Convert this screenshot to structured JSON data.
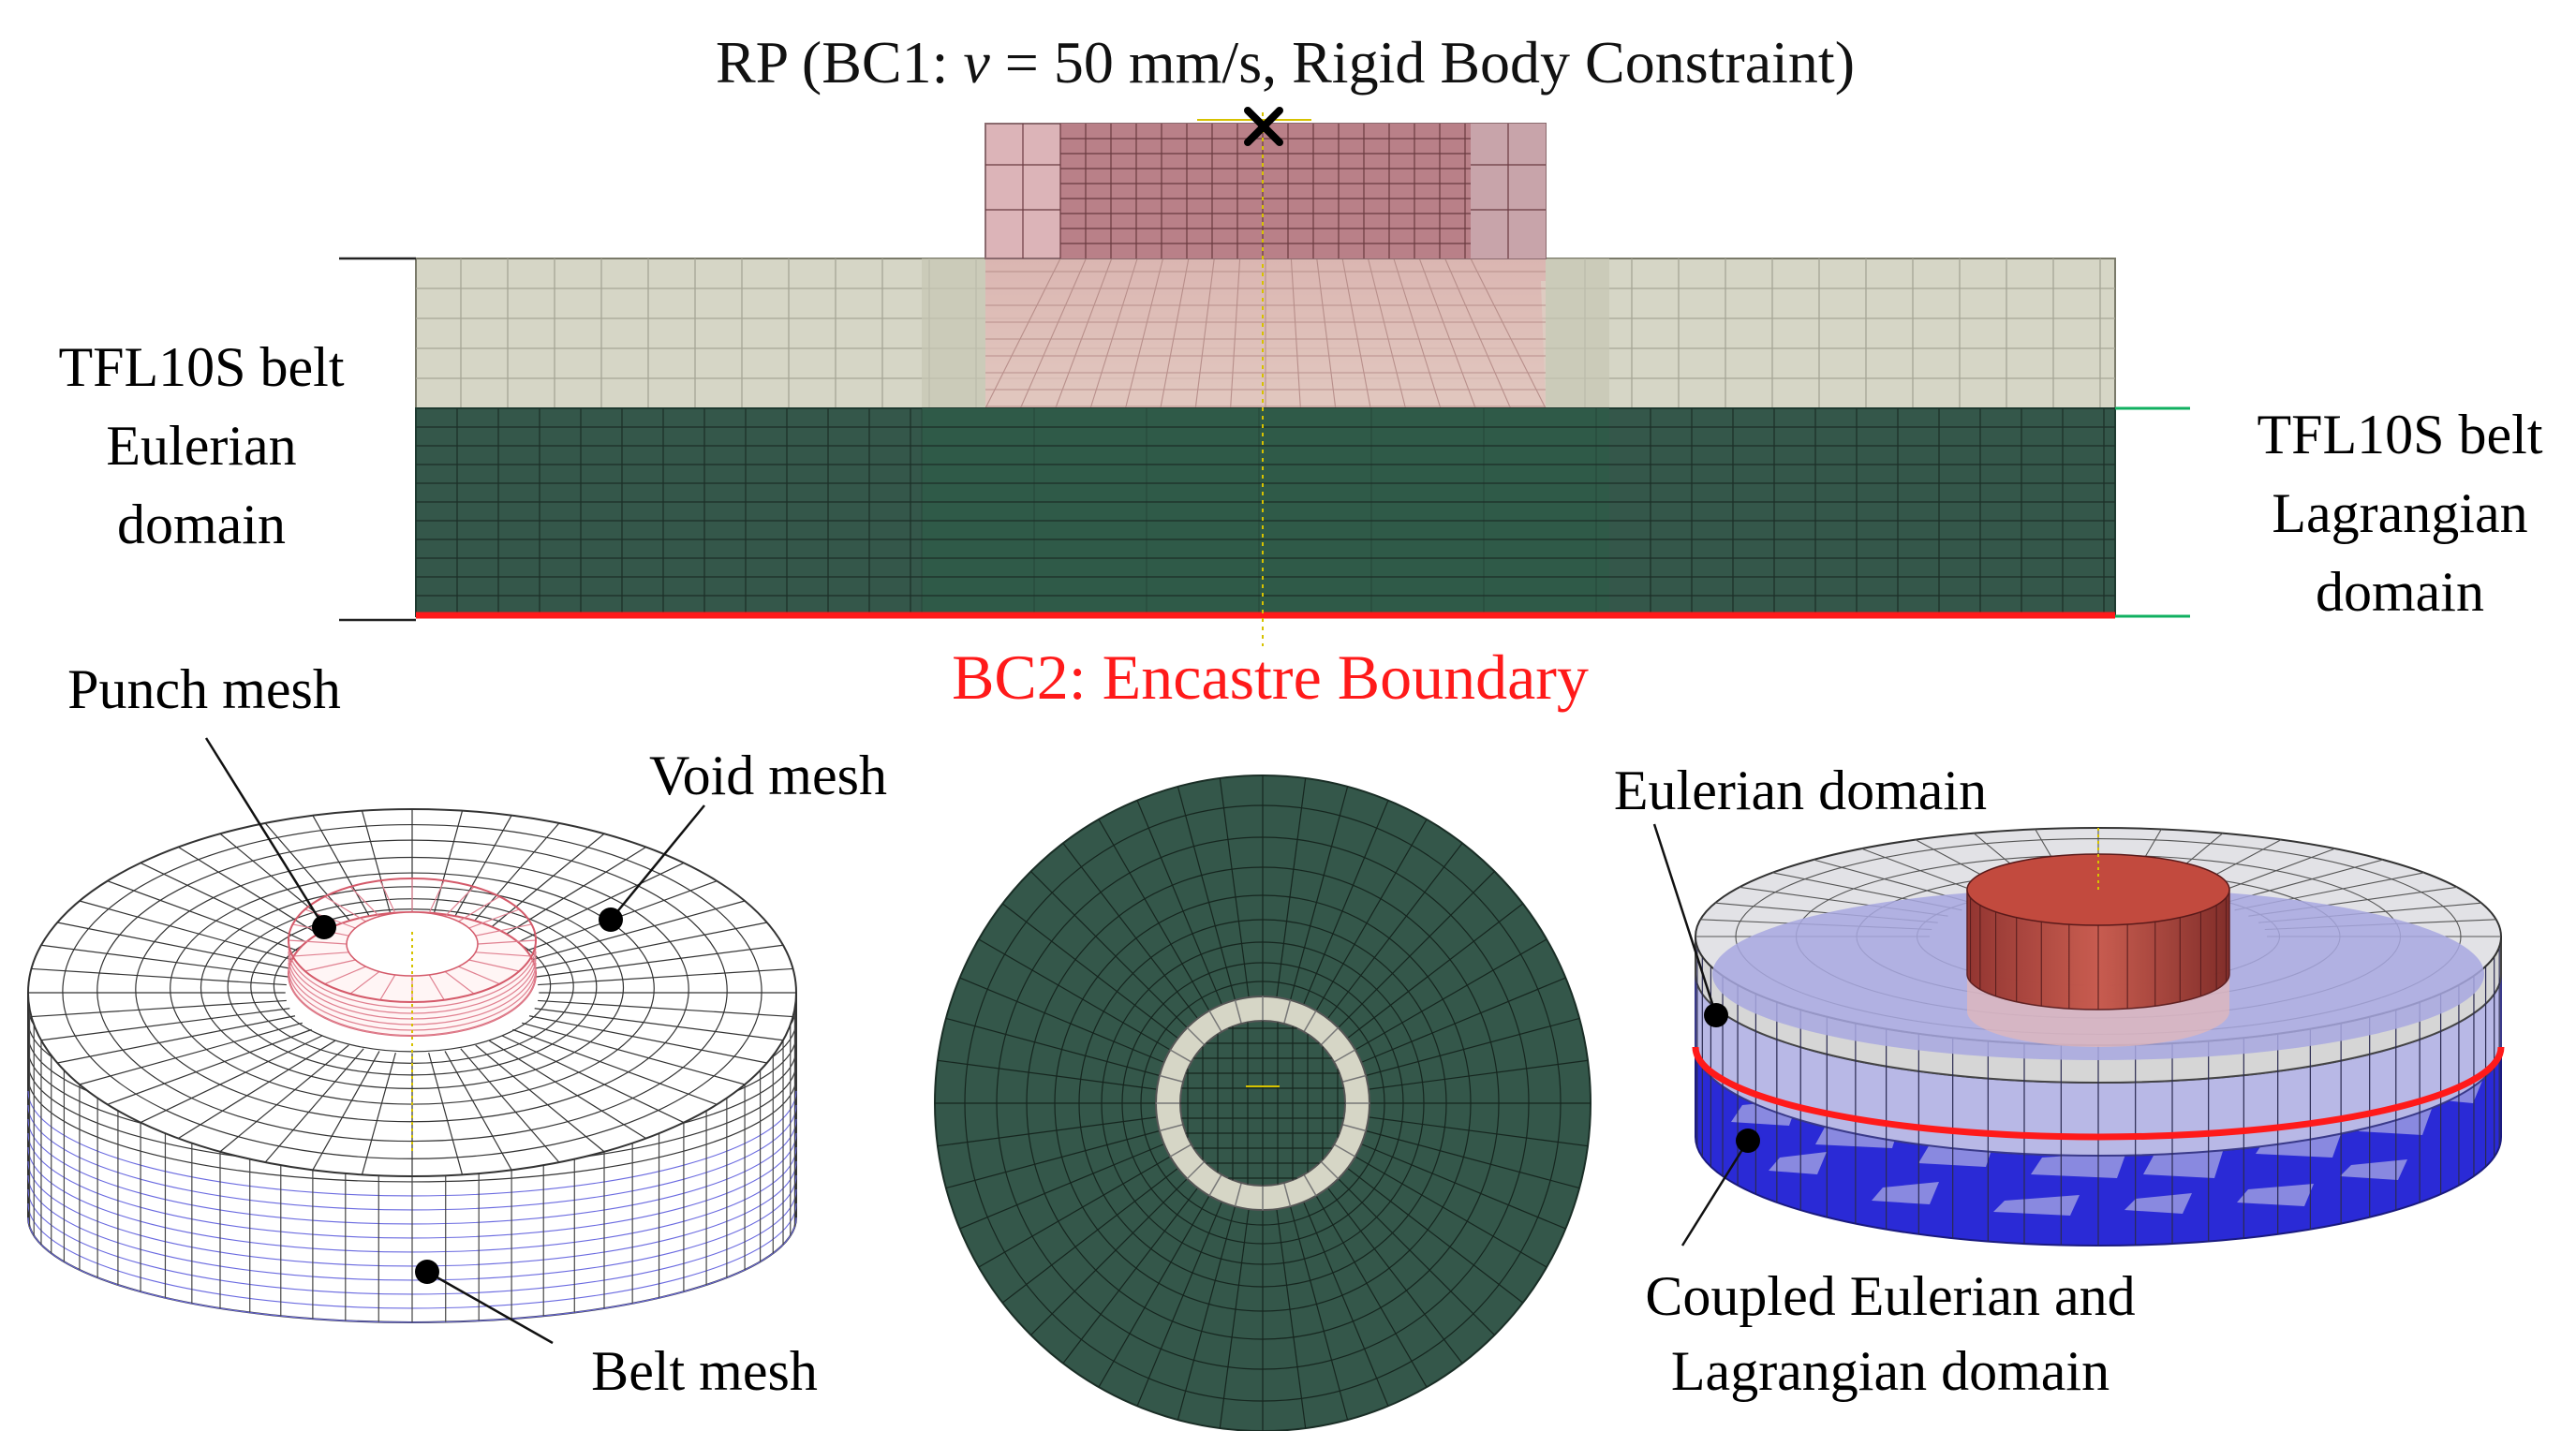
{
  "top_label": {
    "prefix": "RP (BC1: ",
    "var": "v",
    "suffix": " = 50 mm/s, Rigid Body Constraint)"
  },
  "left_label": [
    "TFL10S belt",
    "Eulerian",
    "domain"
  ],
  "right_label": [
    "TFL10S belt",
    "Lagrangian",
    "domain"
  ],
  "bc2_label": "BC2: Encastre Boundary",
  "bottom_left": {
    "punch": "Punch mesh",
    "void": "Void mesh",
    "belt": "Belt mesh"
  },
  "bottom_right": {
    "eulerian": "Eulerian domain",
    "coupled": [
      "Coupled Eulerian and",
      "Lagrangian domain"
    ]
  },
  "colors": {
    "belt_green": "#34574a",
    "void_beige": "#d6d6c6",
    "punch_red": "#b3717c",
    "bc2_red": "#ff1a1a",
    "lagrangian_blue": "#2a2ad6",
    "eulerian_lavender": "#b8b8e6",
    "marker_green": "#10b060"
  }
}
